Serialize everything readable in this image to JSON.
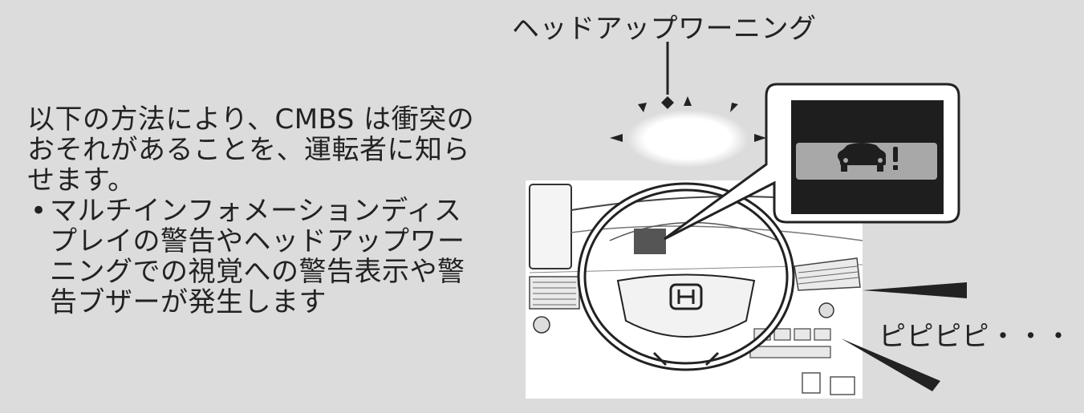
{
  "intro_text": "以下の方法により、CMBS は衝突のおそれがあることを、運転者に知らせます。",
  "bullets": [
    "マルチインフォメーションディスプレイの警告やヘッドアップワーニングでの視覚への警告表示や警告ブザーが発生します"
  ],
  "bullet_symbol": "•",
  "labels": {
    "head_up_warning": "ヘッドアップワーニング",
    "beep_sound": "ピピピピ・・・"
  },
  "icons": {
    "warning_display_icon": "car-exclamation-icon",
    "steering_logo": "honda-logo-icon"
  },
  "colors": {
    "background": "#dcdcdc",
    "display_dark": "#1e1e1e",
    "warning_bar": "#a8a8a8",
    "indicator_dark": "#555555"
  }
}
